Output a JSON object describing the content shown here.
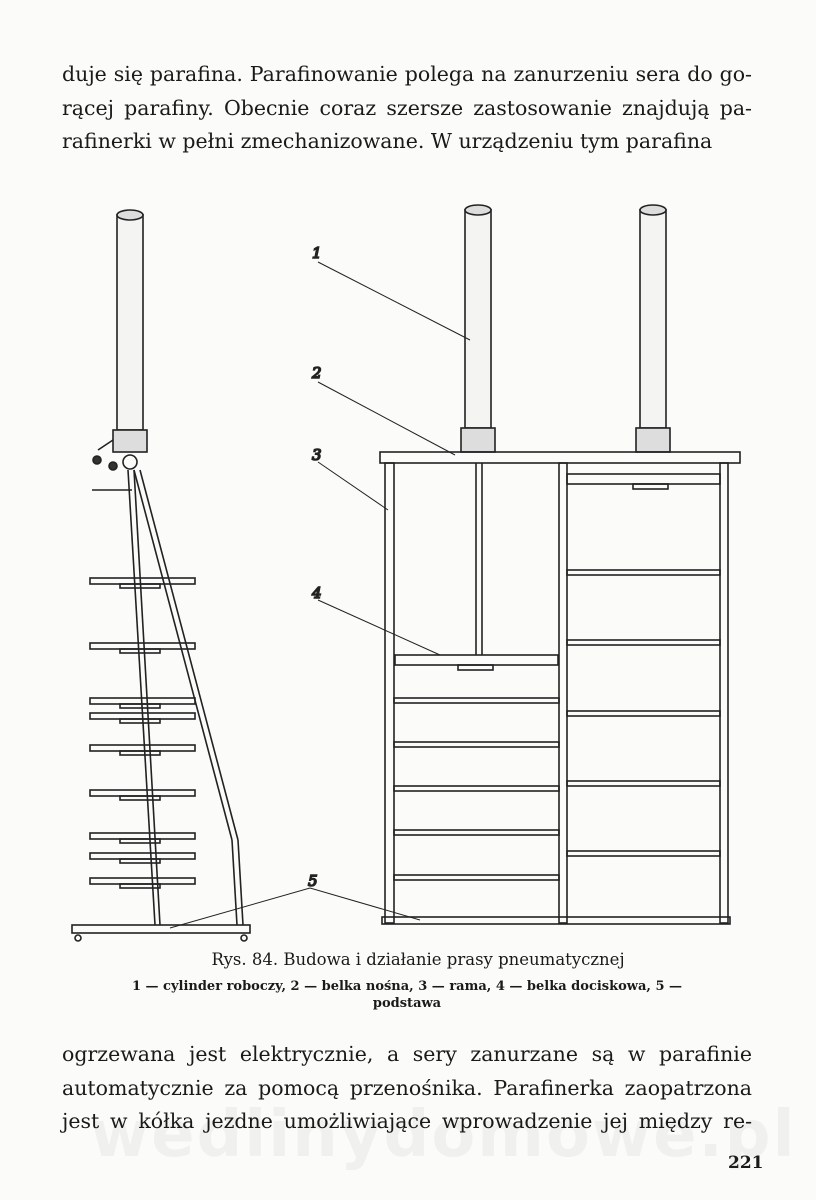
{
  "top_text": [
    "duje się parafina. Parafinowanie polega na zanurzeniu sera do go-",
    "rącej parafiny. Obecnie coraz szersze zastosowanie znajdują pa-",
    "rafinerki w pełni zmechanizowane. W urządzeniu tym parafina"
  ],
  "figure": {
    "labels": [
      "1",
      "2",
      "3",
      "4",
      "5"
    ],
    "caption": "Rys. 84. Budowa i działanie prasy pneumatycznej",
    "legend": "1 — cylinder roboczy, 2 — belka nośna, 3 — rama, 4 — belka dociskowa, 5 —",
    "legend_cont": "podstawa"
  },
  "bottom_text": [
    "ogrzewana jest elektrycznie, a sery zanurzane są w parafinie",
    "automatycznie za pomocą przenośnika. Parafinerka zaopatrzona",
    "jest w kółka jezdne umożliwiające wprowadzenie jej między re-"
  ],
  "page_number": "221",
  "watermark": "wedlinydomowe.pl"
}
